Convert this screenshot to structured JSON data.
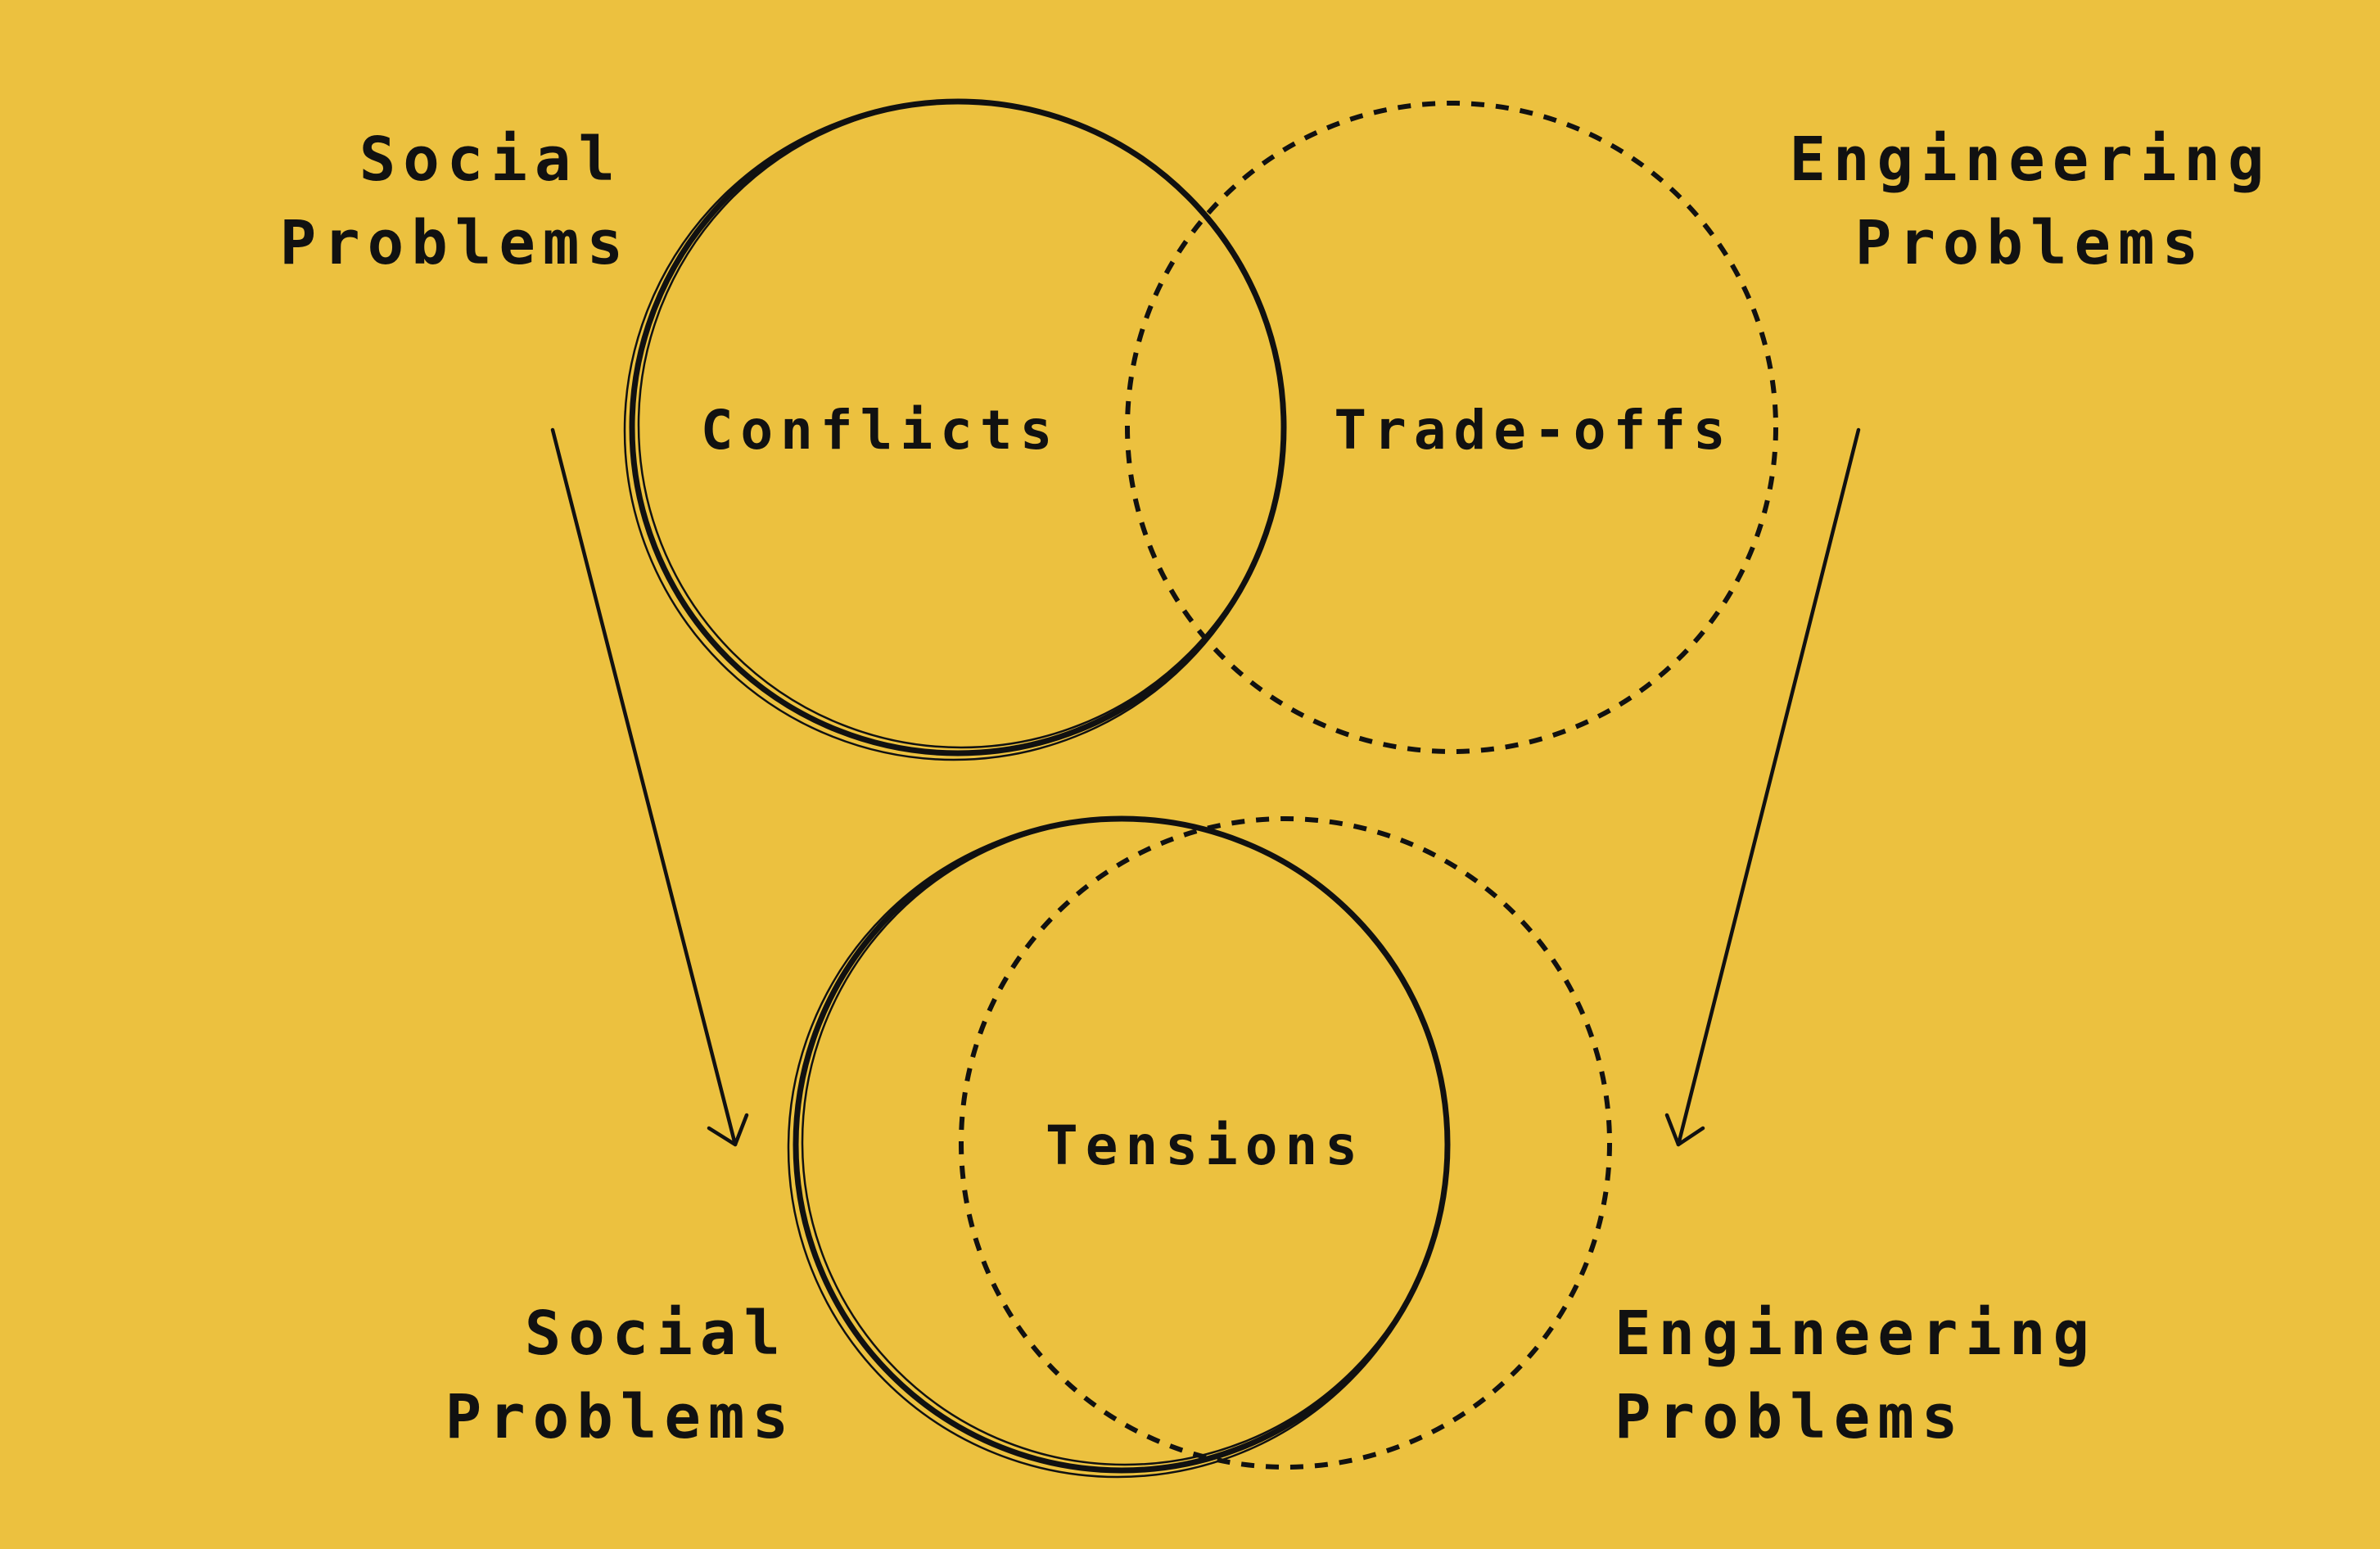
{
  "background_color": "#ecc13f",
  "ink_color": "#111111",
  "top": {
    "left_heading": [
      "Social",
      "Problems"
    ],
    "right_heading": [
      "Engineering",
      "Problems"
    ],
    "left_region_label": "Conflicts",
    "right_region_label": "Trade-offs"
  },
  "bottom": {
    "left_heading": [
      "Social",
      "Problems"
    ],
    "right_heading": [
      "Engineering",
      "Problems"
    ],
    "overlap_label": "Tensions"
  }
}
